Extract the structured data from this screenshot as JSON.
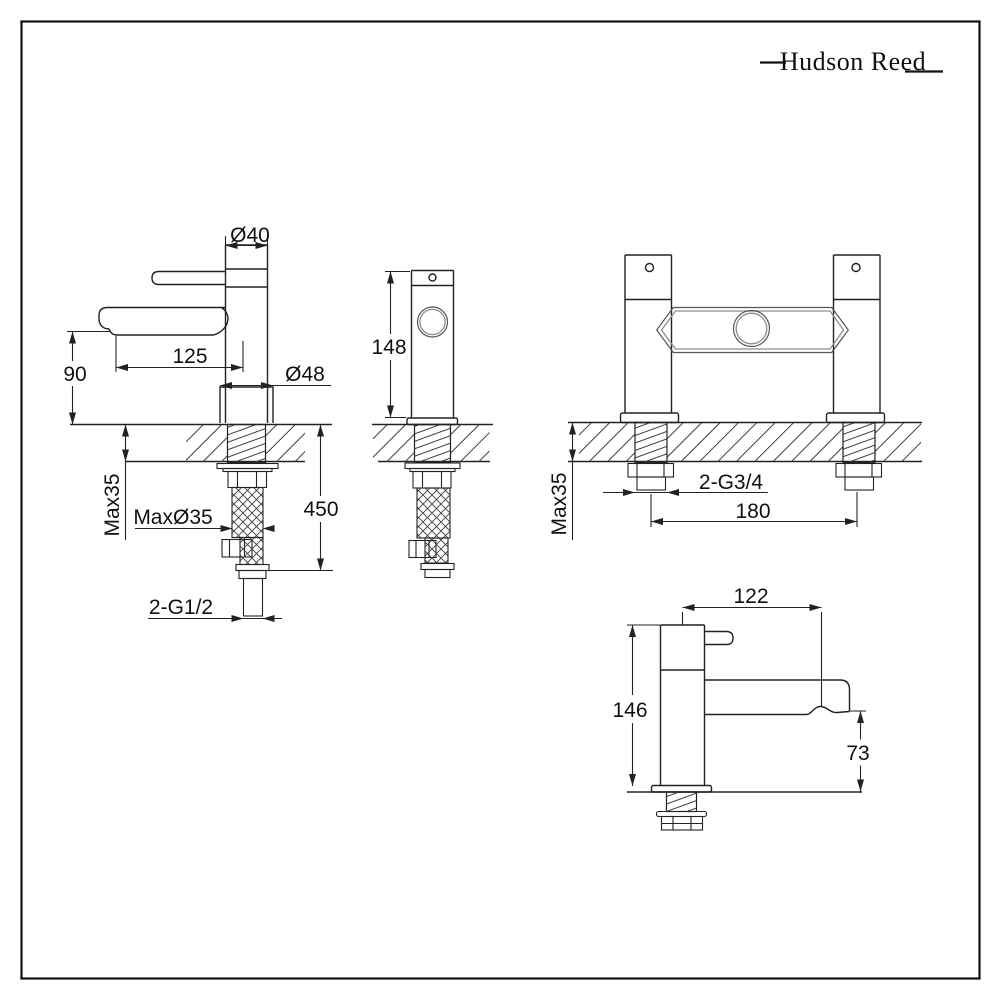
{
  "brand": {
    "name": "Hudson Reed"
  },
  "views": {
    "basin_mixer_side": {
      "dims": {
        "body_diameter": "Ø40",
        "spout_reach": "125",
        "spout_height": "90",
        "base_diameter": "Ø48",
        "max_deck_thickness": "Max35",
        "max_hole_diameter": "MaxØ35",
        "hose_length": "450",
        "inlet_thread": "2-G1/2"
      }
    },
    "basin_mixer_front": {
      "dims": {
        "overall_height": "148"
      }
    },
    "bath_filler_front": {
      "dims": {
        "max_deck_thickness": "Max35",
        "inlet_thread": "2-G3/4",
        "tap_centres": "180"
      }
    },
    "bath_filler_side": {
      "dims": {
        "spout_reach": "122",
        "overall_height": "146",
        "spout_clearance": "73"
      }
    }
  }
}
